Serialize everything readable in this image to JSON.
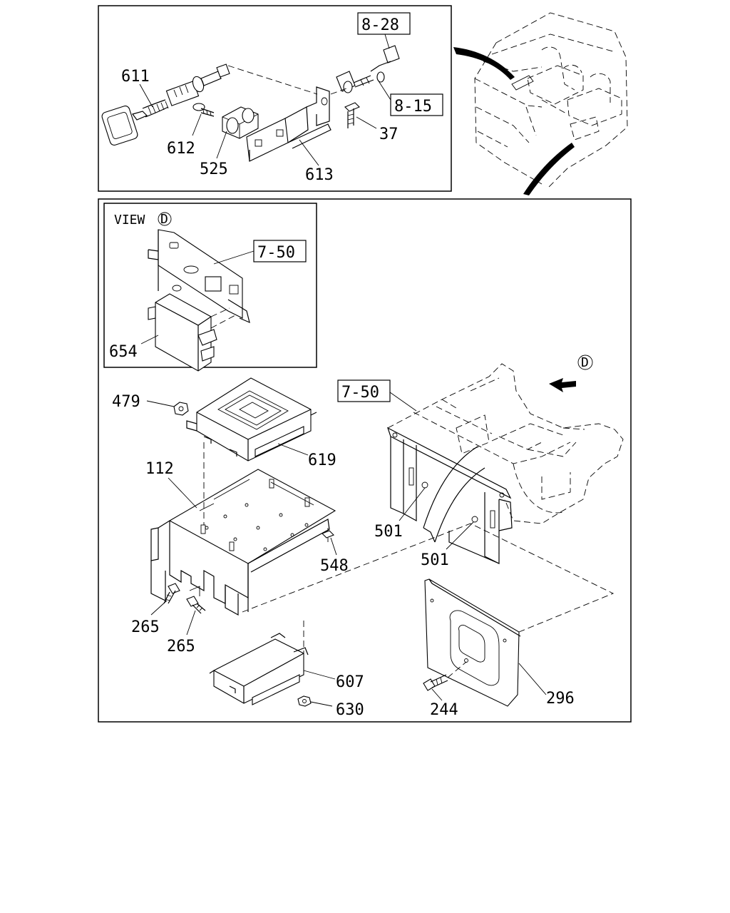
{
  "callouts": {
    "p611": "611",
    "p612": "612",
    "p525": "525",
    "p613": "613",
    "p37": "37",
    "p654": "654",
    "p479": "479",
    "p619": "619",
    "p112": "112",
    "p548": "548",
    "p501a": "501",
    "p501b": "501",
    "p265a": "265",
    "p265b": "265",
    "p607": "607",
    "p630": "630",
    "p244": "244",
    "p296": "296"
  },
  "references": {
    "r828": "8-28",
    "r815": "8-15",
    "r750a": "7-50",
    "r750b": "7-50"
  },
  "view": {
    "label": "VIEW",
    "letter": "D",
    "arrow_letter": "D"
  }
}
